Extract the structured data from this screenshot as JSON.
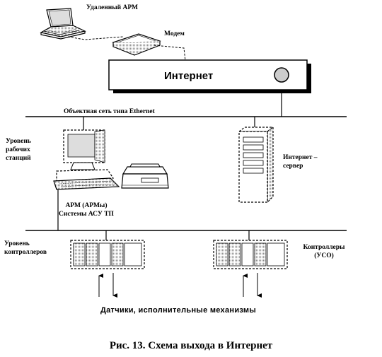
{
  "labels": {
    "remote_arm": "Удаленный АРМ",
    "modem": "Модем",
    "internet": "Интернет",
    "ethernet": "Объектная сеть типа Ethernet",
    "workstation_level_1": "Уровень",
    "workstation_level_2": "рабочих",
    "workstation_level_3": "станций",
    "internet_server_1": "Интернет –",
    "internet_server_2": "сервер",
    "arm_1": "АРМ  (АРМы)",
    "arm_2": "Системы АСУ ТП",
    "controller_level_1": "Уровень",
    "controller_level_2": "контроллеров",
    "controllers_1": "Контроллеры",
    "controllers_2": "(УСО)",
    "sensors": "Датчики, исполнительные механизмы"
  },
  "caption": "Рис. 13. Схема выхода в Интернет"
}
